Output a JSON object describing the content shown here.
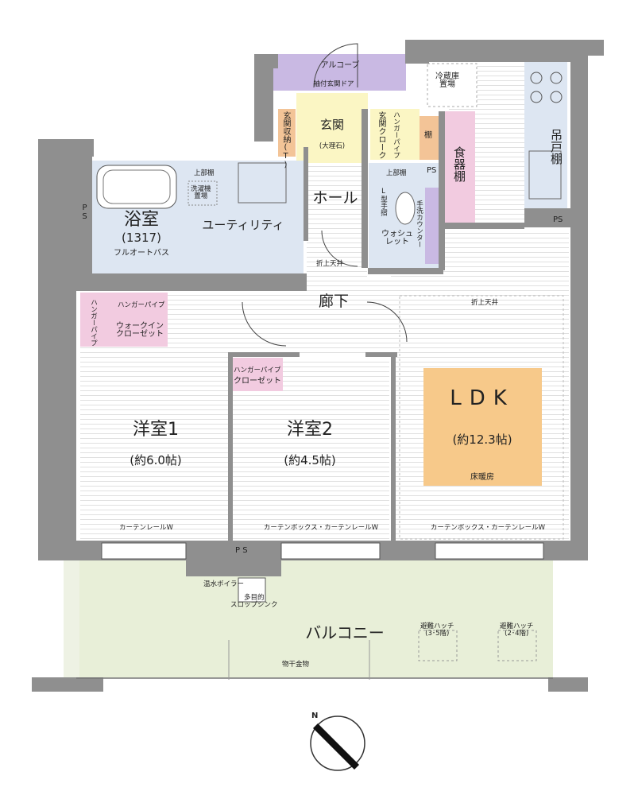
{
  "rooms": {
    "alcove": "アルコーブ",
    "entrance_door": "袖付玄関ドア",
    "fridge": "冷蔵庫\n置場",
    "genkan": "玄関",
    "marble": "(大理石)",
    "genkan_storage": "玄関収納(T)",
    "genkan_cloak": "玄関クローク",
    "hanger_pipe_v": "ハンガーパイプ",
    "shelf": "棚",
    "dish_shelf": "食器棚",
    "hanging_shelf": "吊戸棚",
    "ps": "PS",
    "ps_spaced": "P S",
    "bath": "浴室",
    "bath_size": "(1317)",
    "bath_type": "フルオートバス",
    "upper_shelf": "上部棚",
    "washer": "洗濯機\n置場",
    "utility": "ユーティリティ",
    "hall": "ホール",
    "l_handrail": "L型手摺",
    "toilet_upper": "上部棚",
    "hand_wash": "手洗カウンター",
    "washlet": "ウォシュ\nレット",
    "ceiling_low": "折上天井",
    "corridor": "廊下",
    "wic_pipe1": "ハンガーパイプ",
    "wic_pipe2": "ハンガーパイプ",
    "wic": "ウォークイン\nクローゼット",
    "r2_pipe": "ハンガーパイプ",
    "r2_closet": "クローゼット",
    "room1": "洋室1",
    "room1_size": "(約6.0帖)",
    "room2": "洋室2",
    "room2_size": "(約4.5帖)",
    "ldk": "LDK",
    "ldk_size": "(約12.3帖)",
    "floor_heat": "床暖房",
    "ldk_ceiling": "折上天井",
    "curtain1": "カーテンレールW",
    "curtain2": "カーテンボックス・カーテンレールW",
    "curtain3": "カーテンボックス・カーテンレールW",
    "heater": "温水ボイラー",
    "sink": "多目的\nスロップシンク",
    "balcony": "バルコニー",
    "hatch1": "避難ハッチ\n(3･5階)",
    "hatch2": "避難ハッチ\n(2･4階)",
    "drying": "物干金物",
    "north": "N"
  },
  "colors": {
    "wall": "#8f8f8f",
    "alcove": "#c9b9e3",
    "genkan": "#fbf6c4",
    "storage_pink": "#f2cbe0",
    "storage_orange": "#f3c497",
    "wet_blue": "#dde6f2",
    "floor_line": "#e4e4e4",
    "ldk_heat": "#f7c98a",
    "balcony": "#e8efd8"
  }
}
